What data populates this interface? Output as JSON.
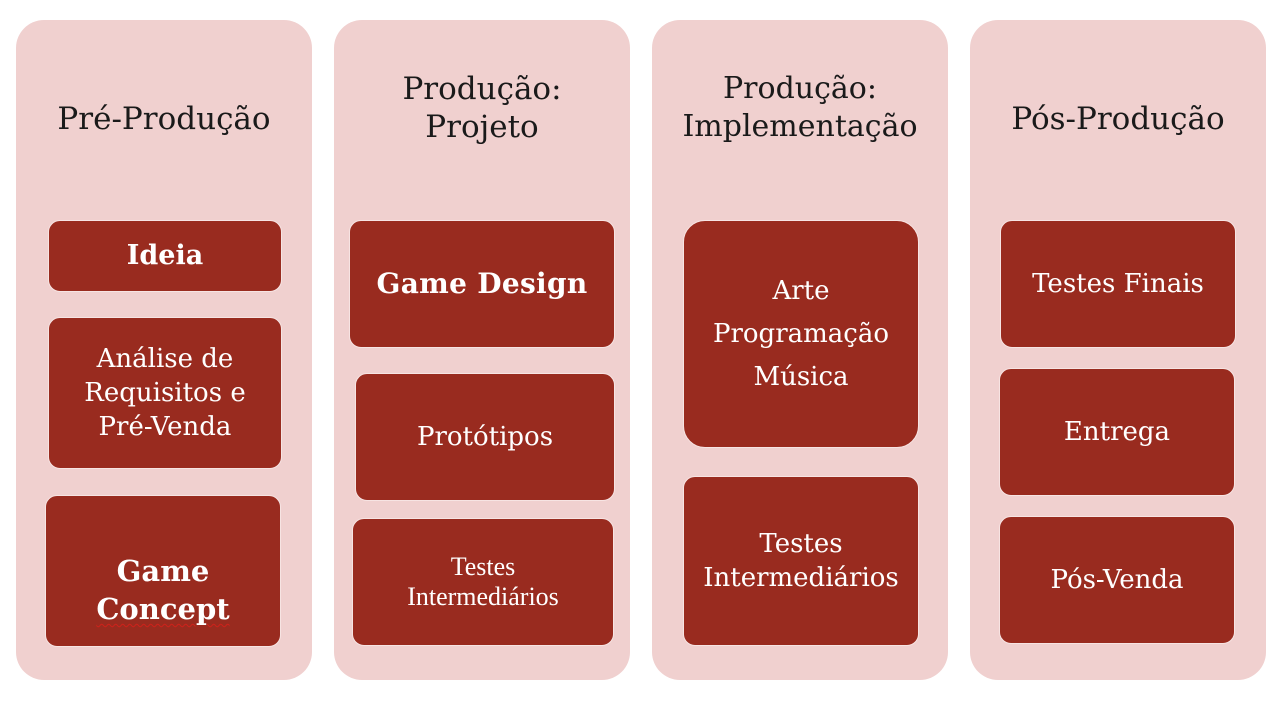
{
  "columns": [
    {
      "title": "Pré-Produção",
      "boxes": [
        "Ideia",
        "Análise de\nRequisitos e\nPré-Venda",
        "Game\nConcept"
      ]
    },
    {
      "title": "Produção:\nProjeto",
      "boxes": [
        "Game Design",
        "Protótipos",
        "Testes\nIntermediários"
      ]
    },
    {
      "title": "Produção:\nImplementação",
      "boxes": [
        "Arte\nProgramação\nMúsica",
        "Testes\nIntermediários"
      ]
    },
    {
      "title": "Pós-Produção",
      "boxes": [
        "Testes Finais",
        "Entrega",
        "Pós-Venda"
      ]
    }
  ],
  "colors": {
    "column_bg": "#f0d0cf",
    "box_bg": "#992b1f",
    "box_text": "#ffffff",
    "title_text": "#1a1a1a"
  }
}
